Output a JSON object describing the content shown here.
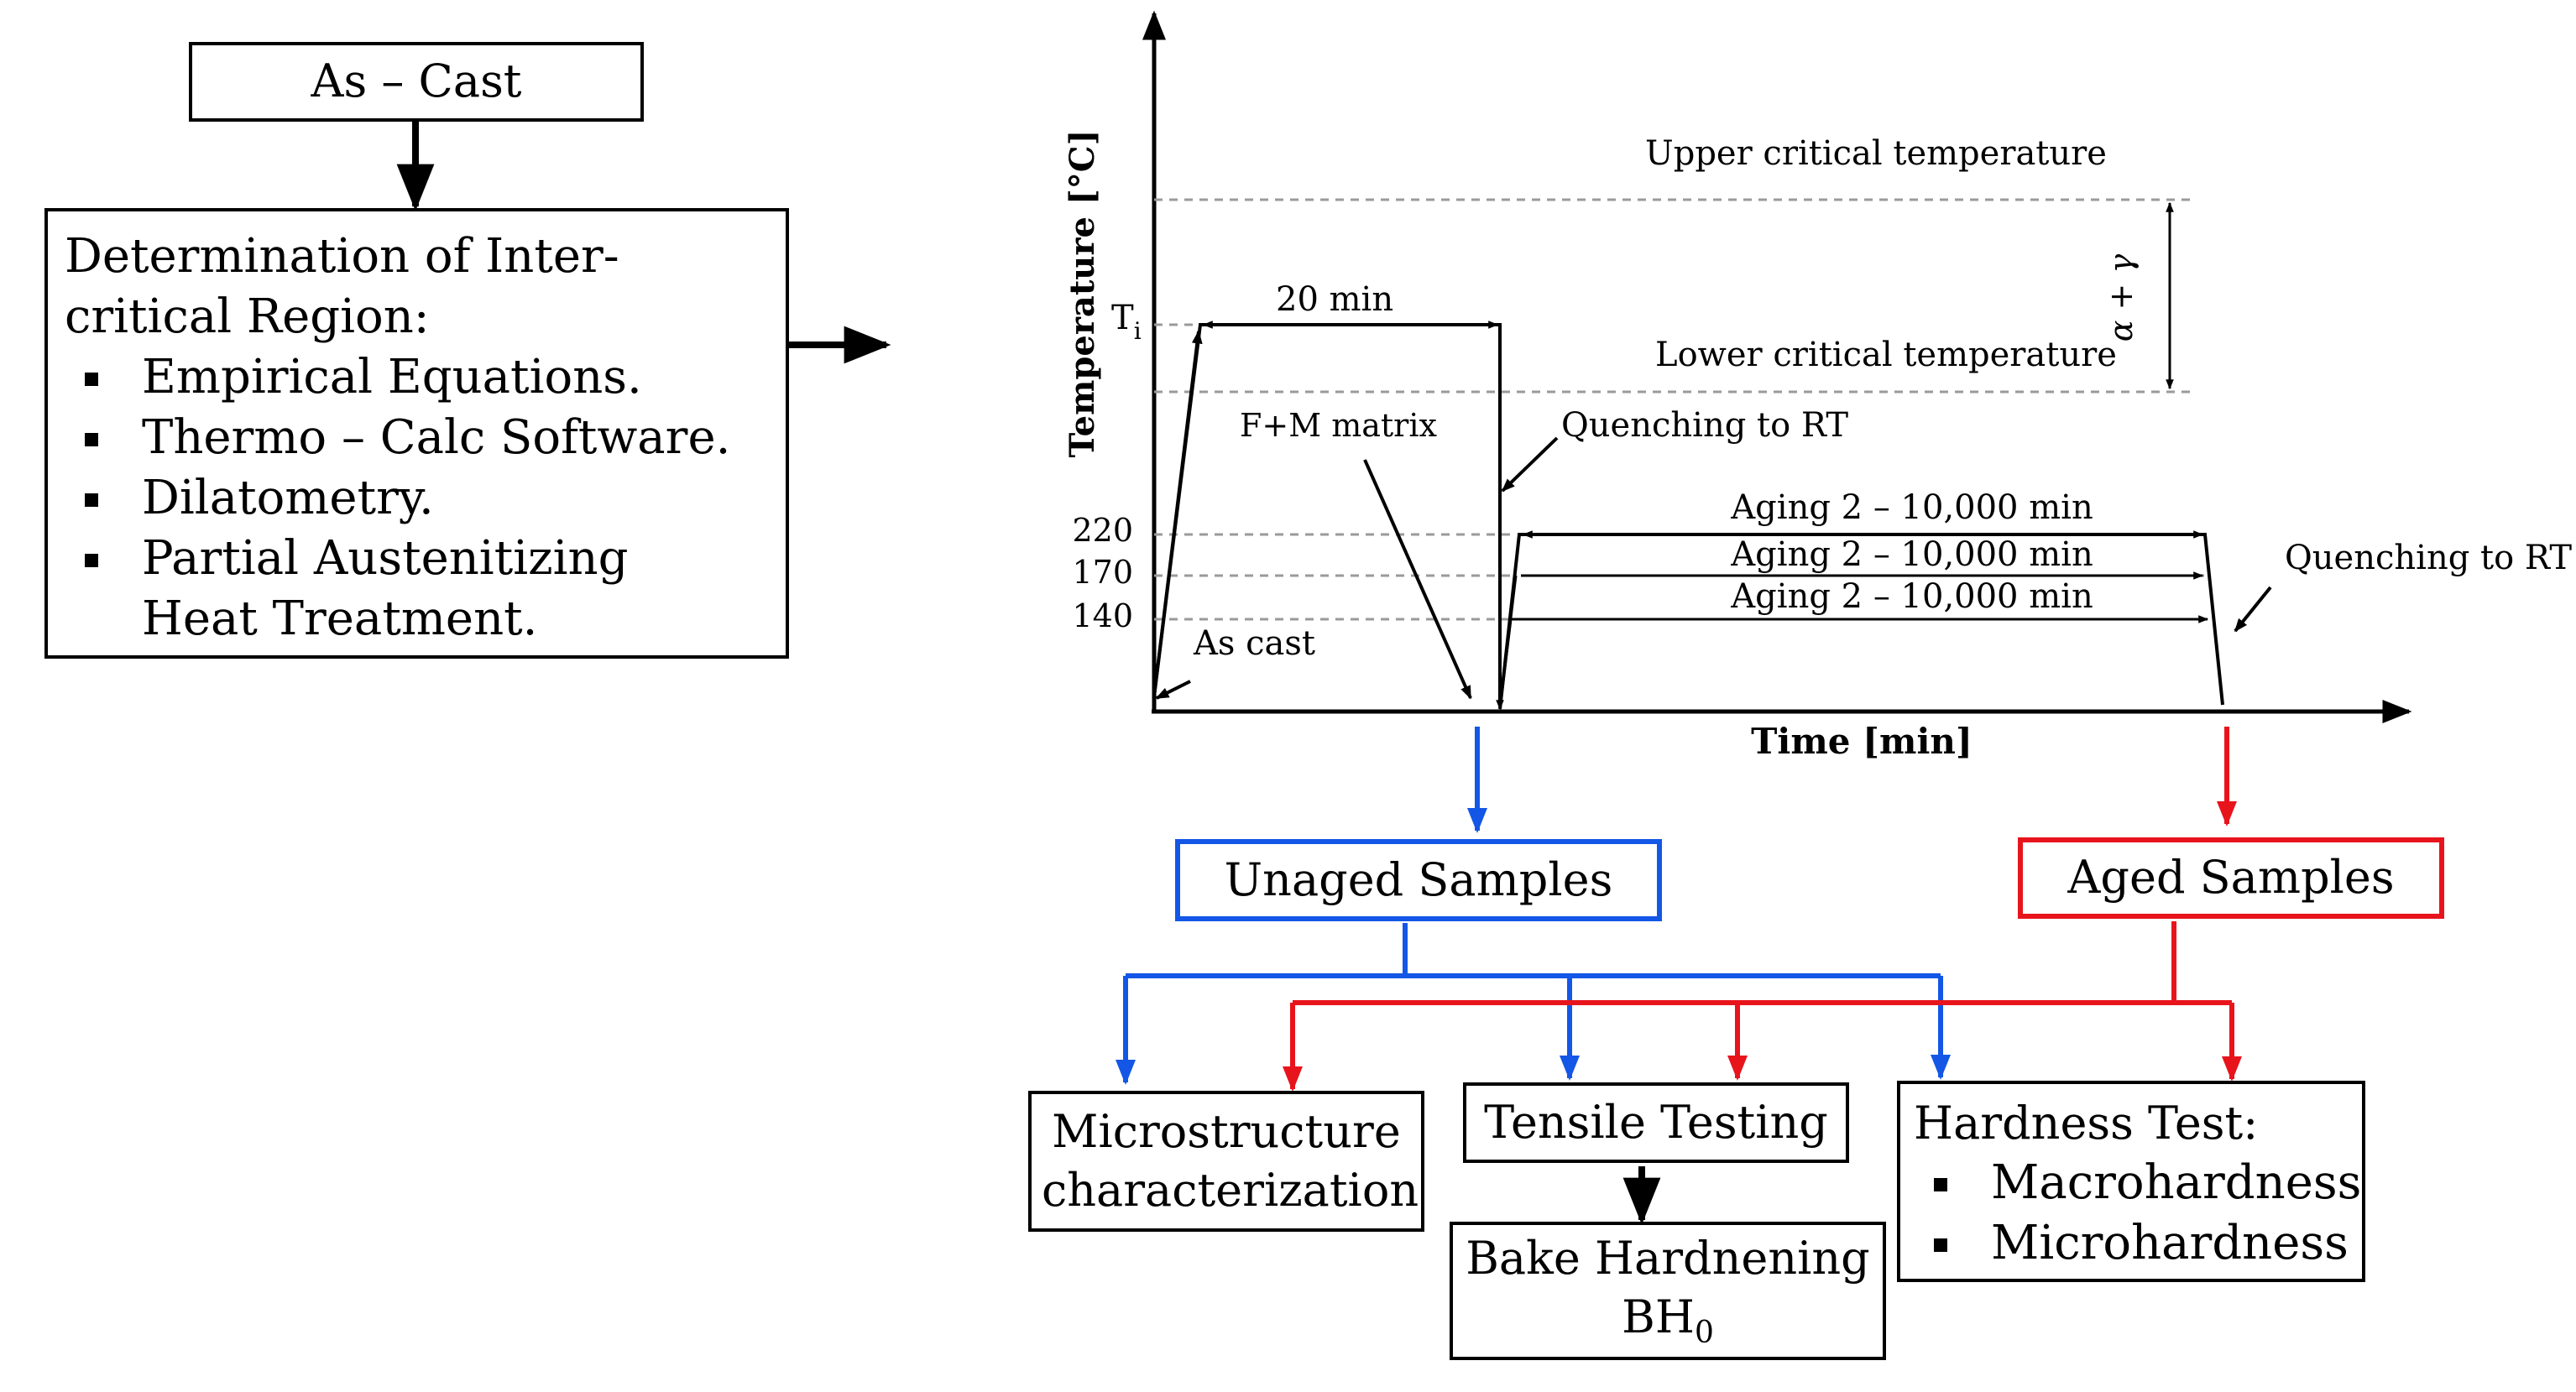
{
  "flow": {
    "as_cast": "As – Cast",
    "determination": {
      "heading": "Determination of Inter-critical Region:",
      "items": [
        "Empirical Equations.",
        "Thermo – Calc Software.",
        "Dilatometry.",
        "Partial Austenitizing Heat Treatment."
      ]
    },
    "unaged": "Unaged Samples",
    "aged": "Aged Samples",
    "micro": "Microstructure characterization",
    "tensile": "Tensile Testing",
    "bake": {
      "line1": "Bake Hardnening",
      "line2_base": "BH",
      "line2_sub": "0"
    },
    "hardness": {
      "heading": "Hardness Test:",
      "items": [
        "Macrohardness",
        "Microhardness"
      ]
    }
  },
  "heat_treatment": {
    "y_axis_label": "Temperature [°C]",
    "x_axis_label": "Time [min]",
    "upper_critical": "Upper critical temperature",
    "lower_critical": "Lower critical temperature",
    "alpha_gamma": "α + γ",
    "ti_base": "T",
    "ti_sub": "i",
    "hold_time": "20 min",
    "fm_matrix": "F+M matrix",
    "quench1": "Quenching to RT",
    "quench2": "Quenching to RT",
    "as_cast": "As cast",
    "temp_ticks": [
      "220",
      "170",
      "140"
    ],
    "aging_labels": [
      "Aging 2 – 10,000 min",
      "Aging 2 – 10,000 min",
      "Aging 2 – 10,000 min"
    ]
  },
  "colors": {
    "unaged": "#1457e6",
    "aged": "#e8141c",
    "dashed": "#9a9a9a"
  }
}
